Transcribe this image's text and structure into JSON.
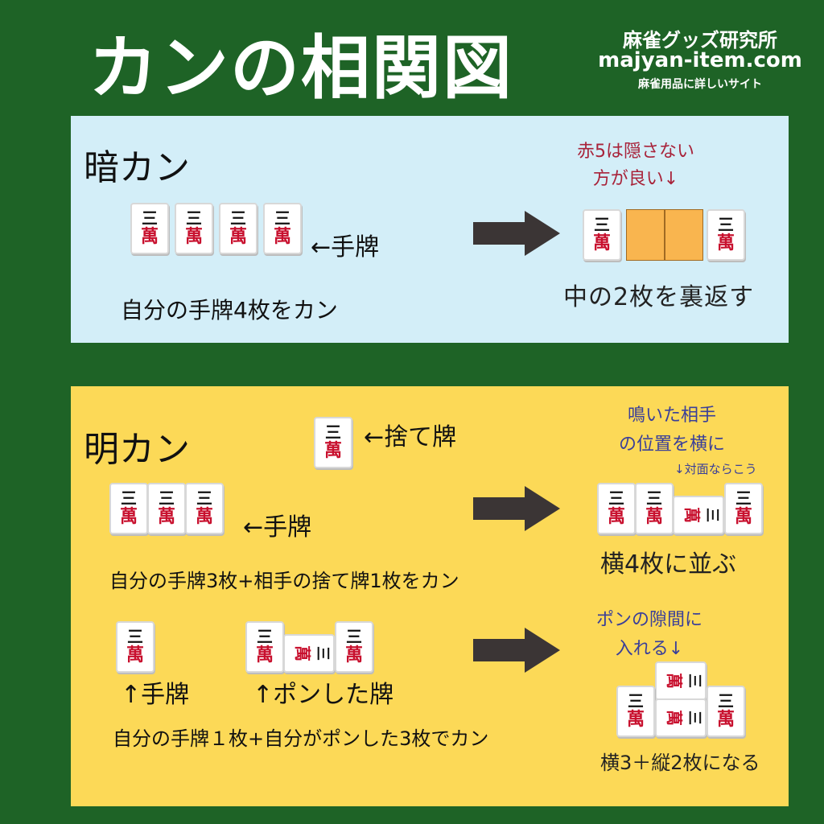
{
  "header": {
    "title": "カンの相関図",
    "site_name": "麻雀グッズ研究所",
    "site_url": "majyan-item.com",
    "site_tagline": "麻雀用品に詳しいサイト"
  },
  "tile": {
    "number": "三",
    "suit": "萬"
  },
  "ankan": {
    "heading": "暗カン",
    "hand_label": "←手牌",
    "caption": "自分の手牌4枚をカン",
    "red_note_line1": "赤5は隠さない",
    "red_note_line2": "方が良い↓",
    "result": "中の2枚を裏返す"
  },
  "minkan": {
    "heading": "明カン",
    "discard_label": "←捨て牌",
    "note_line1": "鳴いた相手",
    "note_line2": "の位置を横に",
    "note_line3": "↓対面ならこう",
    "hand_label": "←手牌",
    "caption": "自分の手牌3枚+相手の捨て牌1枚をカン",
    "result": "横4枚に並ぶ"
  },
  "kakan": {
    "hand_label": "↑手牌",
    "pon_label": "↑ポンした牌",
    "caption": "自分の手牌１枚+自分がポンした3枚でカン",
    "note_line1": "ポンの隙間に",
    "note_line2": "入れる↓",
    "result": "横3＋縦2枚になる"
  },
  "colors": {
    "background": "#1e6326",
    "ankan_panel": "#d3eef8",
    "minkan_panel": "#fcd957",
    "tile_back": "#f9b54f",
    "manzu_red": "#c8102e",
    "note_blue": "#3a3f99",
    "note_red": "#a8233a",
    "arrow": "#3b3535"
  }
}
